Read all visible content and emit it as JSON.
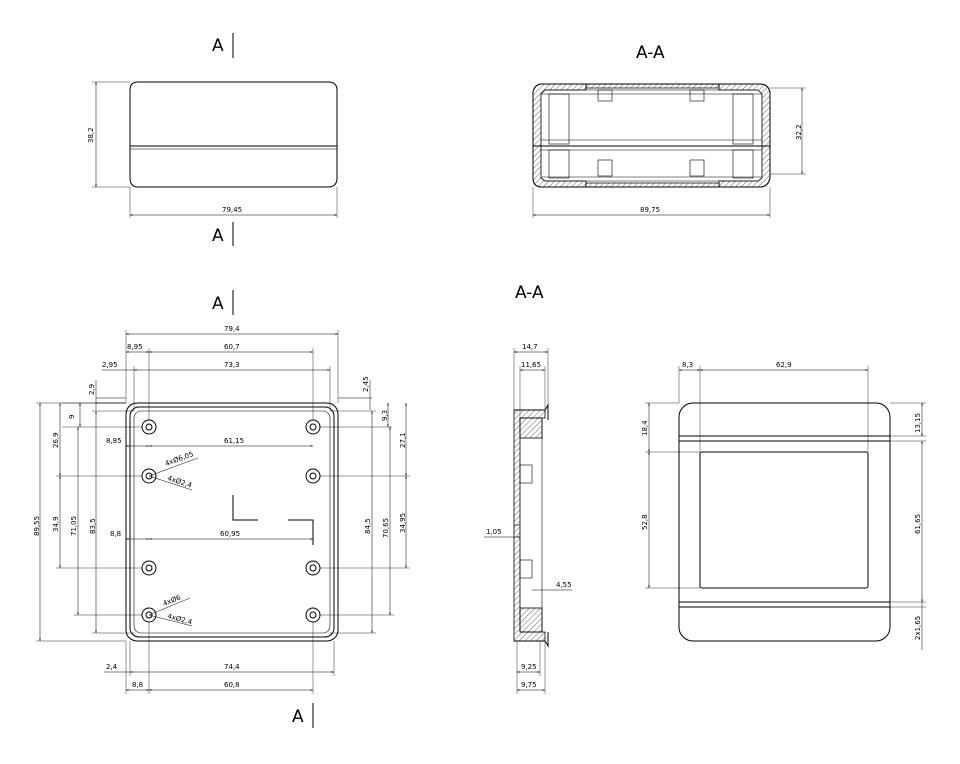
{
  "section_marks": {
    "a": "A",
    "aa": "A-A"
  },
  "view_top": {
    "width": "79,45",
    "height": "38,2"
  },
  "view_section": {
    "width": "89,75",
    "height": "32,2"
  },
  "view_plan": {
    "d_79_4": "79,4",
    "d_8_95": "8,95",
    "d_60_7": "60,7",
    "d_2_95": "2,95",
    "d_73_3": "73,3",
    "d_2_9": "2,9",
    "d_2_45": "2,45",
    "d_9": "9",
    "d_9_3": "9,3",
    "d_8_85": "8,85",
    "d_61_15": "61,15",
    "d_27_1": "27,1",
    "d_26_9": "26,9",
    "d_hole_boss1": "4xØ6,05",
    "d_hole_inner1": "4xØ2,4",
    "d_89_55": "89,55",
    "d_34_9": "34,9",
    "d_71_05": "71,05",
    "d_83_5": "83,5",
    "d_84_5": "84,5",
    "d_70_65": "70,65",
    "d_34_95": "34,95",
    "d_8_8a": "8,8",
    "d_60_95": "60,95",
    "d_hole_boss2": "4xØ6",
    "d_hole_inner2": "4xØ2,4",
    "d_2_4": "2,4",
    "d_74_4": "74,4",
    "d_8_8b": "8,8",
    "d_60_8": "60,8"
  },
  "view_side": {
    "d_14_7": "14,7",
    "d_11_65": "11,65",
    "d_1_05": "1,05",
    "d_4_55": "4,55",
    "d_9_25": "9,25",
    "d_9_75": "9,75"
  },
  "view_lid": {
    "d_8_3": "8,3",
    "d_62_9": "62,9",
    "d_18_4": "18,4",
    "d_13_15": "13,15",
    "d_52_8": "52,8",
    "d_61_65": "61,65",
    "d_2x1_65": "2x1,65"
  }
}
